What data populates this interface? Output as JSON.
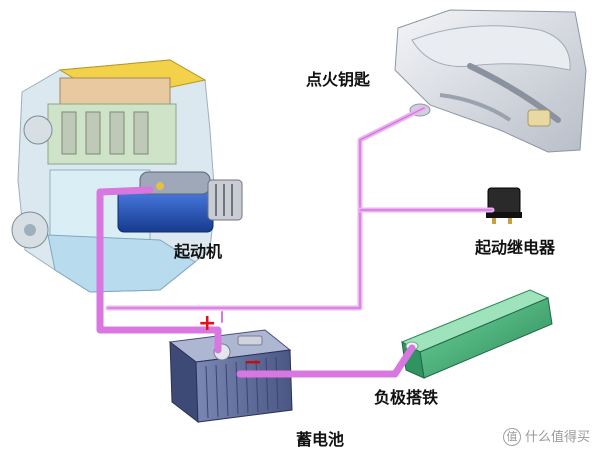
{
  "labels": {
    "ignition_key": "点火钥匙",
    "starter_motor": "起动机",
    "starter_relay": "起动继电器",
    "negative_ground": "负极搭铁",
    "battery": "蓄电池"
  },
  "symbols": {
    "positive": "+",
    "negative": "−"
  },
  "watermark": {
    "icon": "值",
    "text": "什么值得买"
  },
  "colors": {
    "cable": "#d877e0",
    "cable_light": "#eab4ef",
    "positive_symbol": "#e0101e",
    "negative_symbol": "#c01010",
    "starter_blue": "#1f4fb5",
    "ground_strip": "#3ea874",
    "battery_body": "#5c6a98"
  }
}
